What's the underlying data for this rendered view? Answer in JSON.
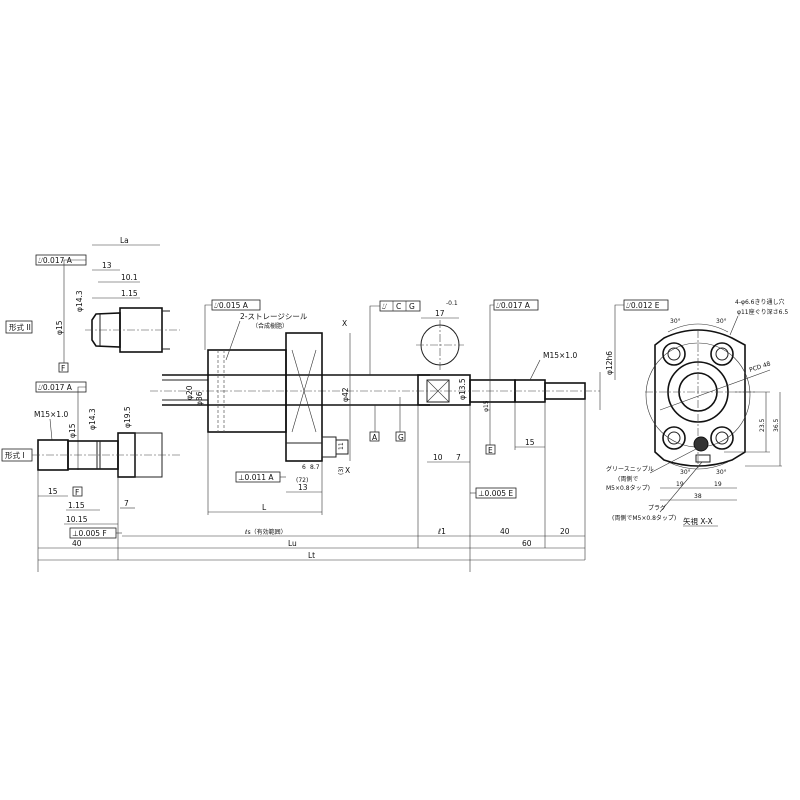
{
  "type_ii": {
    "label": "形式 II",
    "runout": "⌰0.017 A",
    "la": "La",
    "d13": "13",
    "d10_1": "10.1",
    "d1_15": "1.15",
    "dia14_3": "φ14.3",
    "dia15": "φ15",
    "datum": "F"
  },
  "type_i": {
    "label": "形式 I",
    "thread": "M15×1.0",
    "runout": "⌰0.017 A",
    "dia15": "φ15",
    "dia14_3": "φ14.3",
    "dia19_5": "φ19.5",
    "d15": "15",
    "datum": "F",
    "d1_15": "1.15",
    "d10_15": "10.15",
    "d7": "7",
    "perp": "⊥0.005 F",
    "d40": "40"
  },
  "nut": {
    "runout": "⌰0.015 A",
    "seal": "2-ストレージシール",
    "seal_sub": "（合成樹脂）",
    "dia20": "φ20",
    "dia36": "φ36",
    "dia42": "φ42",
    "perp": "⊥0.011 A",
    "d13": "13",
    "d6": "6",
    "d8_7": "8.7",
    "d72": "(72)",
    "d3": "(3)",
    "d11": "11",
    "l": "L",
    "x_mark": "X"
  },
  "shaft": {
    "fcf": [
      "⌰",
      "C",
      "G"
    ],
    "d17": "17",
    "tol": "-0.1",
    "dia13_5": "φ13.5",
    "datum_a": "A",
    "datum_g": "G",
    "d10": "10",
    "d7": "7",
    "runout": "⌰0.017 A",
    "thread": "M15×1.0",
    "dia12": "φ12h6",
    "dia15": "φ15",
    "datum_e": "E",
    "d15": "15",
    "perp": "⊥0.005 E"
  },
  "bottom_dims": {
    "ls": "ℓs（有効範囲）",
    "l1": "ℓ1",
    "d40": "40",
    "d20": "20",
    "lu": "Lu",
    "d60": "60",
    "lt": "Lt"
  },
  "end_view": {
    "runout": "⌰0.012 E",
    "holes": "4-φ6.6きり通し穴",
    "counterbore": "φ11座ぐり深さ6.5",
    "ang1": "30°",
    "ang2": "30°",
    "pcd": "PCD 48",
    "d23_5": "23.5",
    "d36_5": "36.5",
    "nipple": "グリースニップル",
    "nipple2": "(両側で",
    "nipple3": "M5×0.8タップ)",
    "ang3": "30°",
    "ang4": "30°",
    "d19a": "19",
    "d19b": "19",
    "d38": "38",
    "plug": "プラグ",
    "plug2": "(両側でM5×0.8タップ)",
    "view": "矢視 X-X"
  }
}
